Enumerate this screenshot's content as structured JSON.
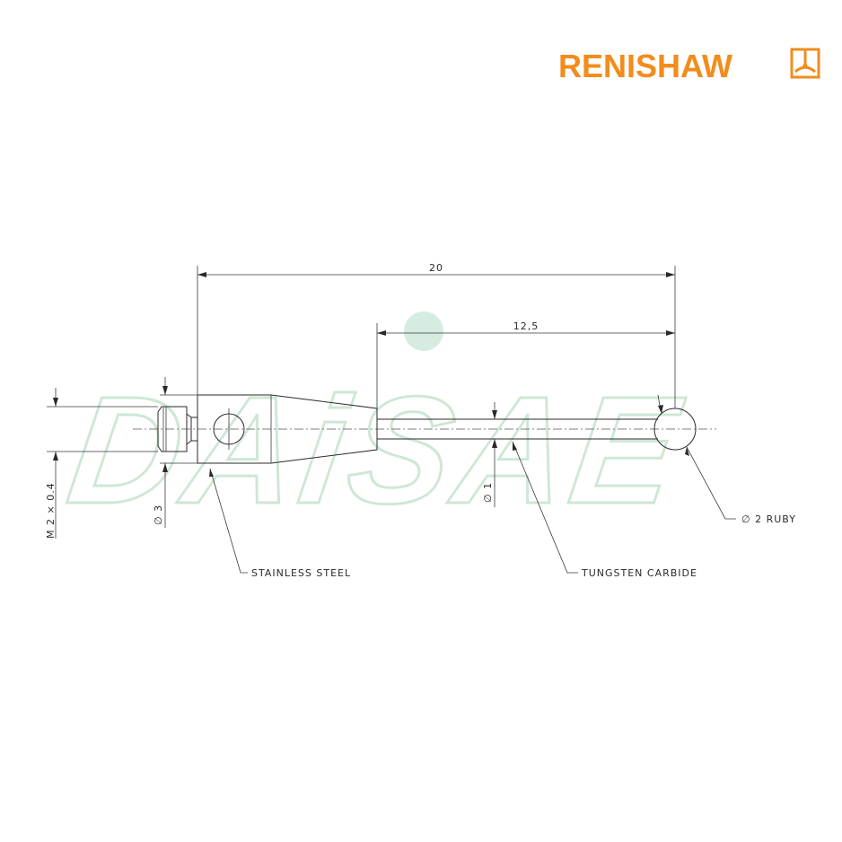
{
  "logo": {
    "text": "RENISHAW",
    "mark": "renishaw-probe-mark",
    "color": "#f28c1c"
  },
  "watermark": {
    "text": "DAiSAE",
    "color": "#cfe7d6"
  },
  "dimensions": {
    "overall_length": "20",
    "stem_length": "12,5",
    "thread": "M 2 × 0.4",
    "body_diameter": "∅ 3",
    "stem_diameter": "∅ 1"
  },
  "callouts": {
    "body_material": "STAINLESS STEEL",
    "stem_material": "TUNGSTEN CARBIDE",
    "ball": "∅ 2 RUBY"
  }
}
